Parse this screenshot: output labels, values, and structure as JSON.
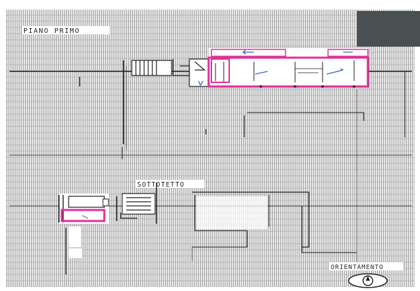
{
  "labels": {
    "piano": "PIANO PRIMO",
    "sottotetto": "SOTTOTETTO",
    "orientamento": "ORIENTAMENTO"
  },
  "colors": {
    "paper": "#ffffff",
    "grid": "#6a6a6a",
    "ink": "#1e1e1e",
    "highlight": "#e0309a",
    "annotation": "#3a5bd8",
    "stamp": "#4a4f52"
  }
}
